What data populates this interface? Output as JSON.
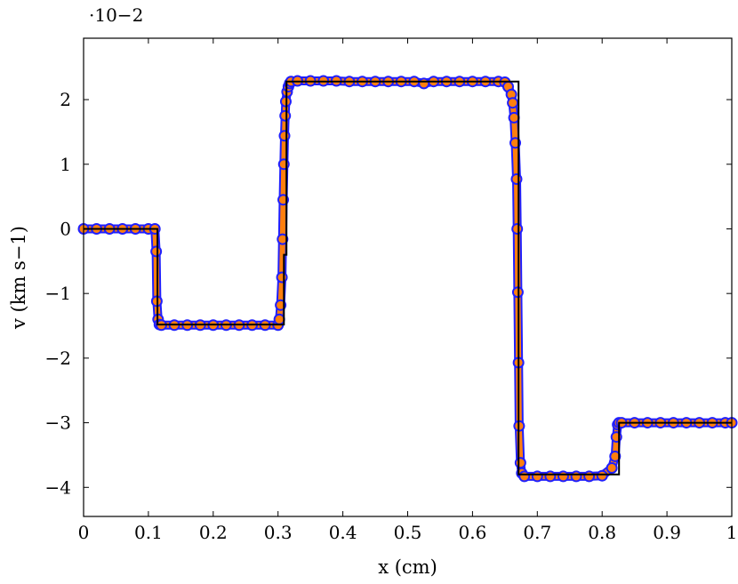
{
  "chart_data": {
    "type": "line",
    "xlabel": "x (cm)",
    "ylabel": "v (km s−1)",
    "y_scale_note": "·10−2",
    "xlim": [
      0,
      1
    ],
    "ylim": [
      -4.45,
      2.95
    ],
    "x_ticks": [
      0,
      0.1,
      0.2,
      0.3,
      0.4,
      0.5,
      0.6,
      0.7,
      0.8,
      0.9,
      1
    ],
    "x_tick_labels": [
      "0",
      "0.1",
      "0.2",
      "0.3",
      "0.4",
      "0.5",
      "0.6",
      "0.7",
      "0.8",
      "0.9",
      "1"
    ],
    "y_ticks": [
      -4,
      -3,
      -2,
      -1,
      0,
      1,
      2
    ],
    "y_tick_labels": [
      "−4",
      "−3",
      "−2",
      "−1",
      "0",
      "1",
      "2"
    ],
    "grid": false,
    "colors": {
      "exact": "#000000",
      "marker_fill": "#ff7f0e",
      "marker_edge": "#1f1fff",
      "line_orange": "#ff7f0e"
    },
    "series": [
      {
        "style": "step-line",
        "color": "#000000",
        "x": [
          0,
          0.114,
          0.114,
          0.309,
          0.309,
          0.313,
          0.313,
          0.671,
          0.671,
          0.826,
          0.826,
          1
        ],
        "y": [
          0,
          0,
          -1.48,
          -1.48,
          -0.4,
          -0.4,
          2.28,
          2.28,
          -3.8,
          -3.8,
          -3.0,
          -3.0
        ]
      },
      {
        "style": "markers",
        "color": "#ff7f0e",
        "x": [
          0.0,
          0.02,
          0.04,
          0.06,
          0.08,
          0.1,
          0.11,
          0.112,
          0.113,
          0.115,
          0.117,
          0.12,
          0.14,
          0.16,
          0.18,
          0.2,
          0.22,
          0.24,
          0.26,
          0.28,
          0.3,
          0.302,
          0.304,
          0.306,
          0.307,
          0.308,
          0.309,
          0.31,
          0.311,
          0.312,
          0.314,
          0.316,
          0.318,
          0.32,
          0.33,
          0.35,
          0.37,
          0.39,
          0.41,
          0.43,
          0.45,
          0.47,
          0.49,
          0.51,
          0.525,
          0.54,
          0.56,
          0.58,
          0.6,
          0.62,
          0.64,
          0.65,
          0.655,
          0.66,
          0.662,
          0.664,
          0.666,
          0.668,
          0.669,
          0.67,
          0.671,
          0.672,
          0.674,
          0.676,
          0.68,
          0.7,
          0.72,
          0.74,
          0.76,
          0.78,
          0.8,
          0.815,
          0.82,
          0.822,
          0.824,
          0.826,
          0.83,
          0.85,
          0.87,
          0.89,
          0.91,
          0.93,
          0.95,
          0.97,
          0.99,
          1.0
        ],
        "y": [
          0,
          0,
          0,
          0,
          0,
          0,
          0,
          -0.35,
          -1.12,
          -1.4,
          -1.48,
          -1.49,
          -1.49,
          -1.49,
          -1.49,
          -1.49,
          -1.49,
          -1.49,
          -1.49,
          -1.49,
          -1.49,
          -1.4,
          -1.18,
          -0.75,
          -0.16,
          0.45,
          1.0,
          1.44,
          1.75,
          1.97,
          2.12,
          2.2,
          2.25,
          2.28,
          2.29,
          2.29,
          2.29,
          2.29,
          2.28,
          2.28,
          2.28,
          2.28,
          2.28,
          2.28,
          2.25,
          2.28,
          2.28,
          2.28,
          2.28,
          2.28,
          2.28,
          2.27,
          2.2,
          2.08,
          1.95,
          1.72,
          1.33,
          0.77,
          0.0,
          -0.98,
          -2.07,
          -3.05,
          -3.62,
          -3.78,
          -3.83,
          -3.83,
          -3.83,
          -3.83,
          -3.83,
          -3.83,
          -3.82,
          -3.7,
          -3.52,
          -3.22,
          -3.03,
          -3.0,
          -3.0,
          -3.0,
          -3.0,
          -3.0,
          -3.0,
          -3.0,
          -3.0,
          -3.0,
          -3.0,
          -3.0
        ]
      }
    ]
  }
}
